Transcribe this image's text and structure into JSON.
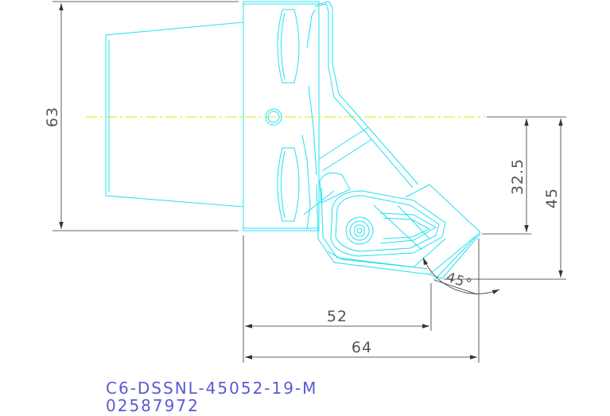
{
  "colors": {
    "outline": "#22e0f0",
    "dimension": "#333333",
    "centerline": "#e6e600",
    "caption": "#5a5ad2"
  },
  "dimensions": {
    "total_height": "63",
    "offset_height": "32.5",
    "insert_height": "45",
    "head_length": "52",
    "total_length": "64",
    "approach_angle": "45°"
  },
  "part": {
    "designation": "C6-DSSNL-45052-19-M",
    "article_number": "02587972"
  }
}
